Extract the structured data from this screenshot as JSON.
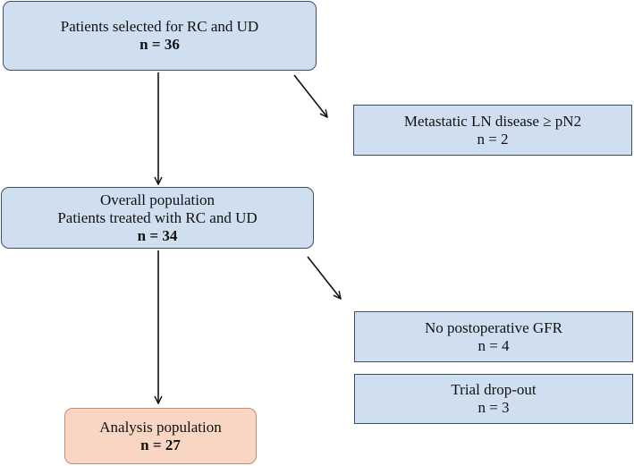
{
  "boxes": {
    "selected": {
      "line1": "Patients selected for RC and UD",
      "count": "n = 36"
    },
    "excluded_ln": {
      "line1": "Metastatic LN disease ≥ pN2",
      "count": "n = 2"
    },
    "overall": {
      "line1": "Overall population",
      "line2": "Patients treated with RC and UD",
      "count": "n = 34"
    },
    "no_gfr": {
      "line1": "No postoperative GFR",
      "count": "n = 4"
    },
    "dropout": {
      "line1": "Trial drop-out",
      "count": "n = 3"
    },
    "analysis": {
      "line1": "Analysis population",
      "count": "n = 27"
    }
  },
  "colors": {
    "main_box_fill": "#cfdff0",
    "analysis_box_fill": "#f9d6c3",
    "arrow": "#111111"
  }
}
